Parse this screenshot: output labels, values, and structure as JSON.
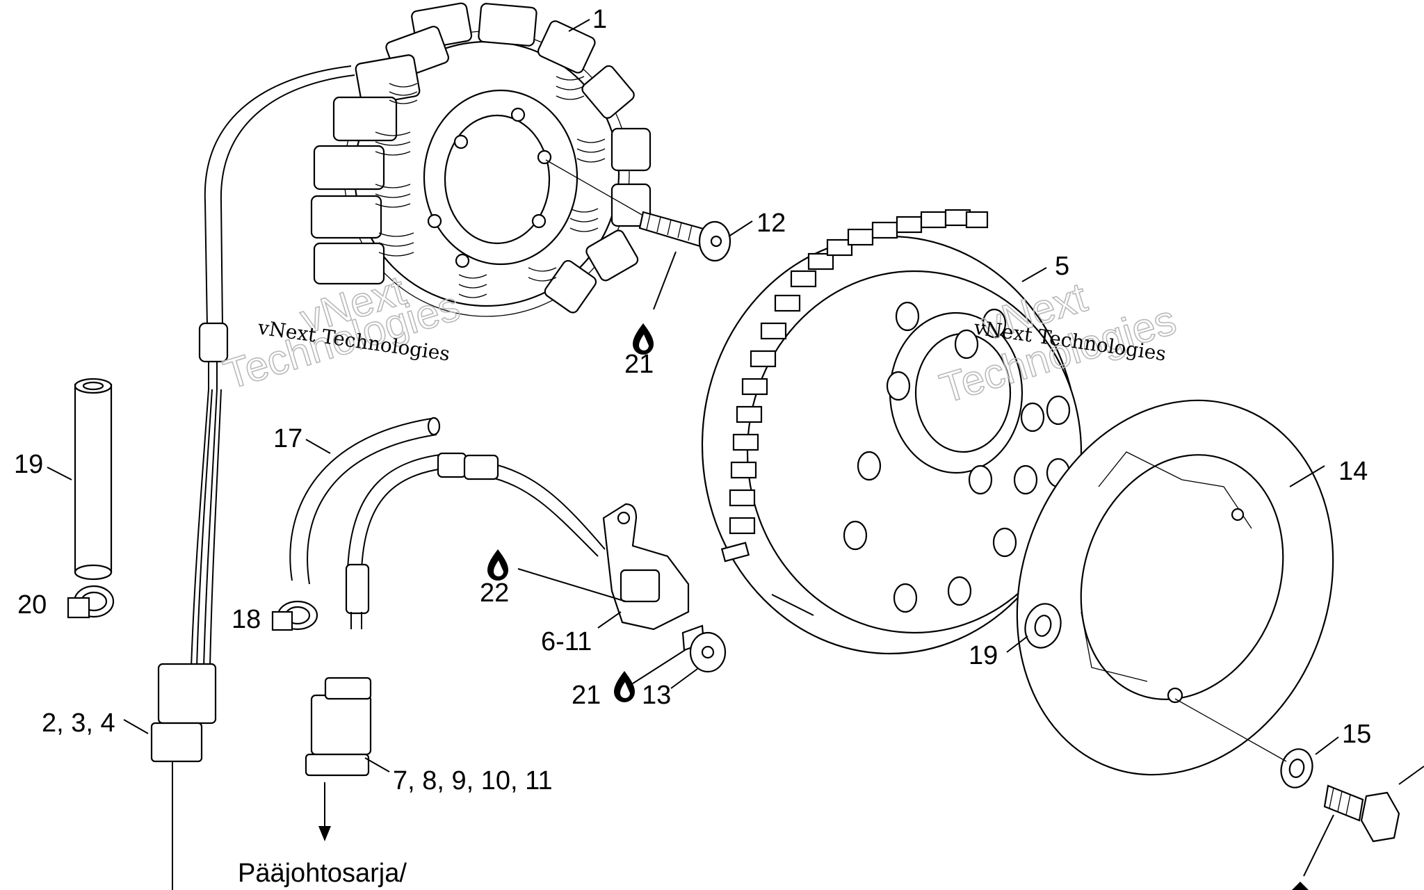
{
  "labels": {
    "l1": "1",
    "l12": "12",
    "l5": "5",
    "l21a": "21",
    "l17": "17",
    "l19a": "19",
    "l20": "20",
    "l18": "18",
    "l22": "22",
    "l6_11": "6-11",
    "l21b": "21",
    "l13": "13",
    "l14": "14",
    "l19b": "19",
    "l15": "15",
    "l2_3_4": "2, 3, 4",
    "l7_11": "7, 8, 9, 10, 11",
    "harness": "Pääjohtosarja/"
  },
  "watermarks": {
    "a_line1": "vNext Technologies",
    "a_line2": "vNext",
    "a_line3": "Technologies",
    "b_line1": "vNext Technologies",
    "b_line2": "vNext",
    "b_line3": "Technologies"
  },
  "icons": [
    "drop-icon"
  ]
}
